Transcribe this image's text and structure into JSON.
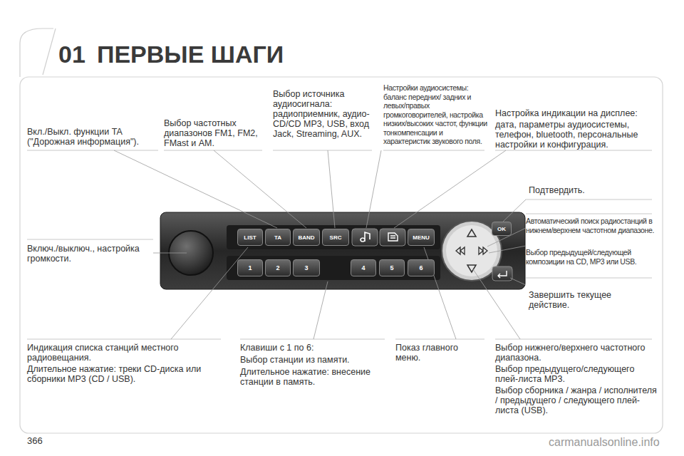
{
  "diagram": {
    "title": "ПЕРВЫЕ ШАГИ",
    "nodes": [
      {
        "text": [
          "LIST"
        ]
      },
      {
        "text": [
          "TA"
        ]
      },
      {
        "text": [
          "BAND"
        ]
      },
      {
        "text": [
          "SRC"
        ]
      },
      {
        "text": [
          "MENU"
        ]
      },
      {
        "text": [
          "OK"
        ]
      },
      {
        "text": [
          "1"
        ]
      },
      {
        "text": [
          "2"
        ]
      },
      {
        "text": [
          "3"
        ]
      },
      {
        "text": [
          "4"
        ]
      },
      {
        "text": [
          "5"
        ]
      },
      {
        "text": [
          "6"
        ]
      }
    ],
    "labels": [
      "01",
      "Вкл./Выкл. функции TA (\"Дорожная информация\").",
      "Выбор частотных диапазонов FM1, FM2, FMast и AM.",
      "Выбор источника аудиосигнала:",
      "радиоприемник, аудио-CD/CD MP3, USB, вход Jack, Streaming, AUX.",
      "Настройки аудиосистемы: баланс передних/ задних и левых/правых громкоговорителей, настройка низких/высоких частот, функции тонкомпенсации и характеристик звукового поля.",
      "Настройка индикации на дисплее:",
      "дата, параметры аудиосистемы, телефон, bluetooth, персональные настройки и конфигурация.",
      "Подтвердить.",
      "Автоматический поиск радиостанций в нижнем/верхнем частотном диапазоне.",
      "Выбор предыдущей/следующей композиции на CD, MP3 или USB.",
      "Завершить текущее действие.",
      "Включ./выключ., настройка громкости.",
      "Индикация списка станций местного радиовещания.",
      "Длительное нажатие: треки CD-диска или сборники MP3 (CD / USB).",
      "Клавиши с 1 по 6:",
      "Выбор станции из памяти.",
      "Длительное нажатие: внесение станции в память.",
      "Показ главного меню.",
      "Выбор нижнего/верхнего частотного диапазона.",
      "Выбор предыдущего/следующего плей-листа MP3.",
      "Выбор сборника / жанра / исполнителя / предыдущего / следующего плей-листа (USB).",
      "366",
      "carmanualsonline.info"
    ]
  }
}
